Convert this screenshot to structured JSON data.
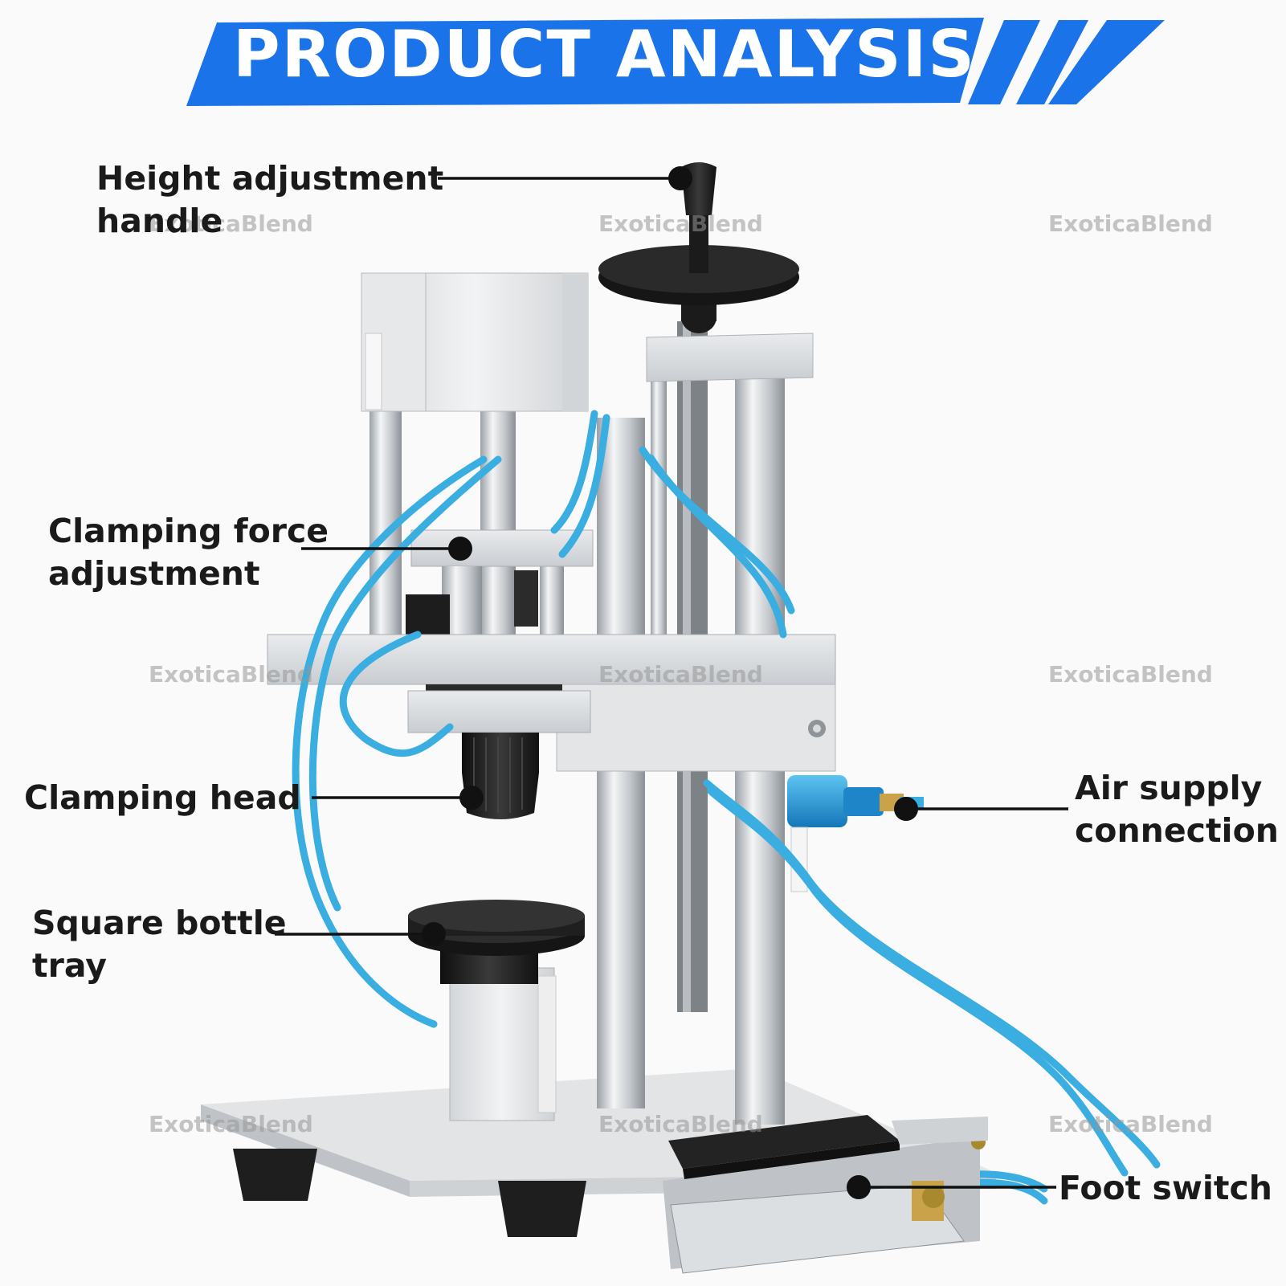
{
  "banner": {
    "title": "PRODUCT ANALYSIS",
    "color": "#1a73e8"
  },
  "labels": {
    "height_handle": [
      "Height adjustment",
      "handle"
    ],
    "clamping_force": [
      "Clamping force",
      "adjustment"
    ],
    "clamping_head": [
      "Clamping head"
    ],
    "square_tray": [
      "Square bottle",
      "tray"
    ],
    "air_supply": [
      "Air supply",
      "connection"
    ],
    "foot_switch": [
      "Foot switch"
    ]
  },
  "watermark": "ExoticaBlend",
  "colors": {
    "tube": "#3aaee0",
    "metal": "#d6d9dc",
    "black_part": "#1b1b1b",
    "pedal": "#2a2a2a"
  }
}
